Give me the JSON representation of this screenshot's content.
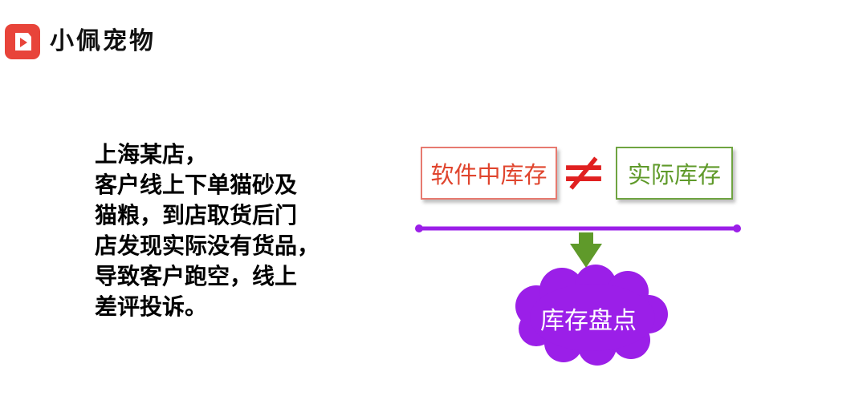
{
  "brand": {
    "name": "小佩宠物",
    "icon": "play-icon",
    "color": "#e8443a"
  },
  "story": {
    "lines": [
      "上海某店，",
      "客户线上下单猫砂及",
      "猫粮，到店取货后门",
      "店发现实际没有货品，",
      "导致客户跑空，线上",
      "差评投诉。"
    ]
  },
  "diagram": {
    "left_box": {
      "label": "软件中库存",
      "color": "#e0452e"
    },
    "operator": "≠",
    "right_box": {
      "label": "实际库存",
      "color": "#5f9a2a"
    },
    "line_color": "#9b1fe8",
    "arrow_color": "#5f9a2a",
    "result": {
      "label": "库存盘点",
      "color": "#9b1fe8"
    }
  }
}
